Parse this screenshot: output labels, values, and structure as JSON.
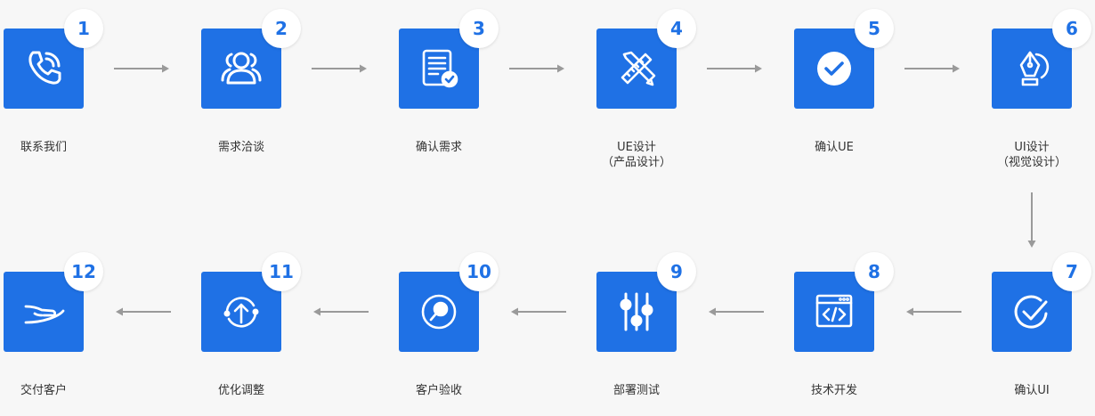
{
  "colors": {
    "tile": "#1f71e5",
    "badge_text": "#1f71e5",
    "arrow": "#9a9a9a",
    "label": "#333333"
  },
  "steps": [
    {
      "num": "1",
      "label": "联系我们",
      "icon": "phone-icon"
    },
    {
      "num": "2",
      "label": "需求洽谈",
      "icon": "users-icon"
    },
    {
      "num": "3",
      "label": "确认需求",
      "icon": "checklist-icon"
    },
    {
      "num": "4",
      "label": "UE设计\n（产品设计）",
      "icon": "pencil-ruler-icon"
    },
    {
      "num": "5",
      "label": "确认UE",
      "icon": "check-circle-icon"
    },
    {
      "num": "6",
      "label": "UI设计\n（视觉设计）",
      "icon": "pen-nib-icon"
    },
    {
      "num": "7",
      "label": "确认UI",
      "icon": "check-circle-outline-icon"
    },
    {
      "num": "8",
      "label": "技术开发",
      "icon": "code-window-icon"
    },
    {
      "num": "9",
      "label": "部署测试",
      "icon": "sliders-icon"
    },
    {
      "num": "10",
      "label": "客户验收",
      "icon": "magnifier-icon"
    },
    {
      "num": "11",
      "label": "优化调整",
      "icon": "upload-cycle-icon"
    },
    {
      "num": "12",
      "label": "交付客户",
      "icon": "open-hand-icon"
    }
  ]
}
